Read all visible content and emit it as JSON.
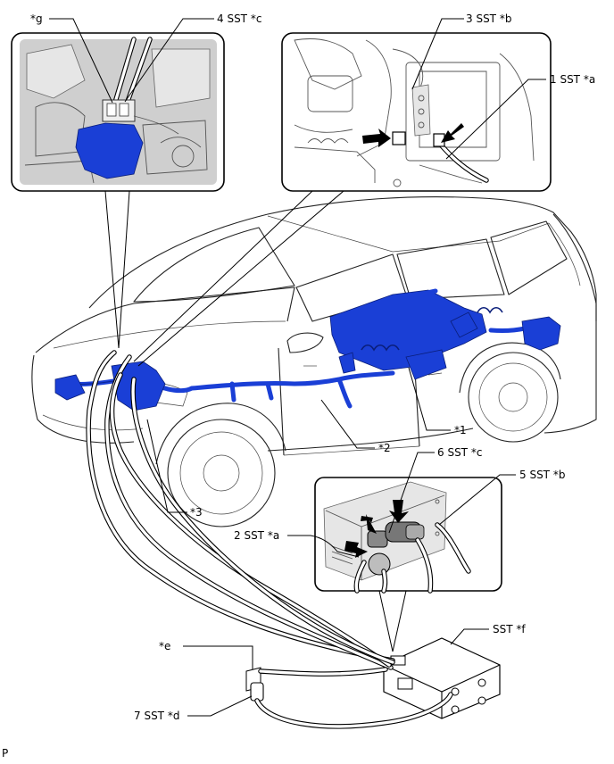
{
  "labels": {
    "g": "*g",
    "sst4c": "4 SST *c",
    "sst3b": "3 SST *b",
    "sst1a": "1 SST *a",
    "n1": "*1",
    "n2": "*2",
    "n3": "*3",
    "sst6c": "6 SST *c",
    "sst5b": "5 SST *b",
    "sst2a": "2 SST *a",
    "sstf": "SST *f",
    "e": "*e",
    "sst7d": "7 SST *d",
    "corner": "P"
  },
  "colors": {
    "harness_highlight": "#1a3fd6",
    "line": "#000000",
    "background": "#ffffff"
  }
}
